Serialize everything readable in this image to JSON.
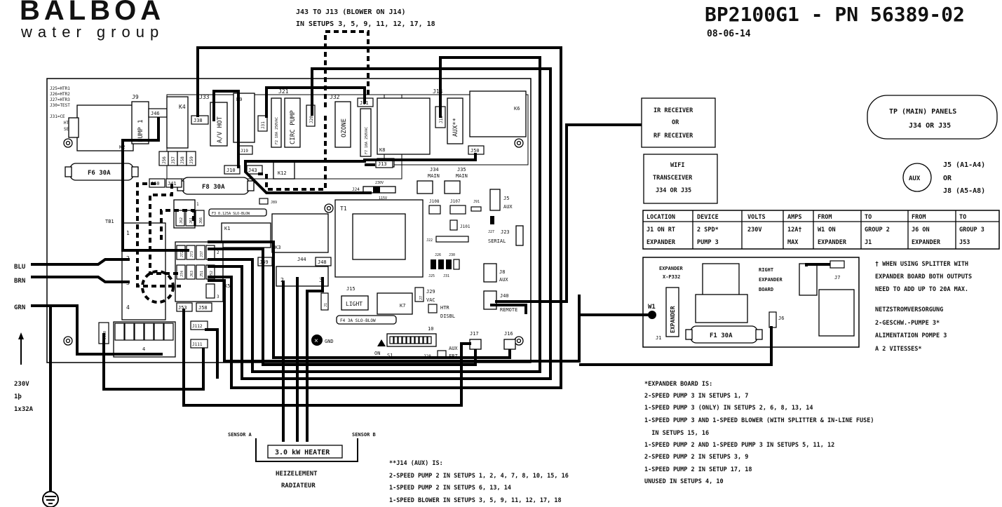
{
  "brand": {
    "name": "BALBOA",
    "sub": "water group"
  },
  "title": {
    "part": "BP2100G1 - PN 56389-02",
    "date": "08-06-14"
  },
  "top_note": {
    "line1": "J43 TO J13 (BLOWER ON J14)",
    "line2": "IN SETUPS 3, 5, 9, 11, 12, 17, 18"
  },
  "board": {
    "legend_lines": [
      "J25=HTR1",
      "J26=HTR2",
      "J27=HTR3",
      "J30=TEST",
      "J31=CE",
      "HTR",
      "SEL"
    ],
    "relays": {
      "k2": "K2",
      "k4": "K4",
      "k9": "K9",
      "k6": "K6",
      "k8": "K8",
      "k12": "K12",
      "k1": "K1",
      "k3": "K3",
      "k5": "K5",
      "k7": "K7",
      "t1": "T1"
    },
    "connectors": {
      "j9": "J9",
      "pump1": "PUMP 1",
      "j46": "J46",
      "j33": "J33",
      "avhot": "A/V HOT",
      "j38": "J38",
      "j21": "J21",
      "f2": "F2 10A 250VAC",
      "circ": "CIRC PUMP",
      "j20": "J20",
      "j32": "J32",
      "ozone": "OZONE",
      "j11": "J11",
      "f7": "F7 10A 250VAC",
      "j14": "J14",
      "aux2": "AUX**",
      "j18": "J18",
      "j56": "J56",
      "j57": "J57",
      "j58": "J58",
      "j59": "J59",
      "j19": "J19",
      "j31": "J31",
      "j10": "J10",
      "j43": "J43",
      "j13": "J13",
      "j50": "J50",
      "j60": "J60",
      "j41": "J41",
      "j34": "J34",
      "main1": "MAIN",
      "j35": "J35",
      "main2": "MAIN",
      "j24": "J24",
      "v230": "230V",
      "v115": "115V",
      "j5": "J5",
      "aux": "AUX",
      "j27": "J27",
      "j23": "J23",
      "serial": "SERIAL",
      "j108": "J108",
      "j107": "J107",
      "j91": "J91",
      "j101": "J101",
      "j22": "J22",
      "j26": "J26",
      "j30": "J30",
      "j25": "J25",
      "j31b": "J31",
      "j8": "J8",
      "aux8": "AUX",
      "j40": "J40",
      "remote": "REMOTE",
      "j15": "J15",
      "light": "LIGHT",
      "f4": "F4 3A SLO-BLOW",
      "j29": "J29",
      "vac": "VAC",
      "htr": "HTR",
      "disbl": "DISBL",
      "j7": "J7",
      "s10": "10",
      "on": "ON",
      "s1": "S1",
      "j28": "J28",
      "auxfrz": "AUX",
      "frz": "FRZ",
      "j17": "J17",
      "j16": "J16",
      "gnd": "GND",
      "j44": "J44",
      "j49": "J49",
      "j48": "J48",
      "t2": "2",
      "t3": "3",
      "j1": "J1",
      "f6": "F6 30A",
      "f8": "F8 30A",
      "f3": "F3 0.125A SLO-BLOW",
      "j89": "J89",
      "tb1": "TB1",
      "r1": "1",
      "r2": "2",
      "r3": "3",
      "r4": "4",
      "t4": "4",
      "j62": "J62",
      "j61": "J61",
      "j66": "J66",
      "j55": "J55",
      "j54": "J54",
      "j72": "J72",
      "j73": "J73",
      "j37": "J37",
      "j74": "J74",
      "j63": "J63",
      "j51": "J51",
      "j52": "J52",
      "j53": "J53",
      "j58b": "J58",
      "j111": "J111",
      "j112": "J112",
      "j110": "J110"
    }
  },
  "supply": {
    "blu": "BLU",
    "brn": "BRN",
    "grn": "GRN",
    "volts": "230V",
    "phase": "1þ",
    "breaker": "1x32A"
  },
  "heater": {
    "sensor_a": "SENSOR A",
    "sensor_b": "SENSOR B",
    "label": "3.0 kW HEATER",
    "de": "HEIZELEMENT",
    "fr": "RADIATEUR"
  },
  "j14_note": {
    "title": "**J14 (AUX) IS:",
    "lines": [
      "2-SPEED PUMP 2 IN SETUPS 1, 2, 4, 7, 8, 10, 15, 16",
      "1-SPEED PUMP 2 IN SETUPS 6, 13, 14",
      "1-SPEED BLOWER IN SETUPS 3, 5, 9, 11, 12, 17, 18"
    ]
  },
  "ir_box": {
    "line1": "IR RECEIVER",
    "line2": "OR",
    "line3": "RF RECEIVER"
  },
  "wifi_box": {
    "line1": "WIFI",
    "line2": "TRANSCEIVER",
    "line3": "J34 OR J35"
  },
  "tp_panel": {
    "line1": "TP (MAIN) PANELS",
    "line2": "J34 OR J35"
  },
  "aux_ref": {
    "label": "AUX",
    "line1": "J5 (A1-A4)",
    "line2": "OR",
    "line3": "J8 (A5-A8)"
  },
  "table": {
    "headers": [
      "LOCATION",
      "DEVICE",
      "VOLTS",
      "AMPS",
      "FROM",
      "TO",
      "FROM",
      "TO"
    ],
    "rows": [
      [
        "J1 ON RT",
        "2 SPD*",
        "230V",
        "12A†",
        "W1 ON",
        "GROUP 2",
        "J6 ON",
        "GROUP 3"
      ],
      [
        "EXPANDER",
        "PUMP 3",
        "",
        "MAX",
        "EXPANDER",
        "J1",
        "EXPANDER",
        "J53"
      ]
    ]
  },
  "expander": {
    "name1": "EXPANDER",
    "name2": "X-P332",
    "right1": "RIGHT",
    "right2": "EXPANDER",
    "right3": "BOARD",
    "vert": "EXPANDER",
    "w1": "W1",
    "j1": "J1",
    "j6": "J6",
    "j7": "J7",
    "fuse": "F1 30A"
  },
  "splitter_note": {
    "lines": [
      "† WHEN USING SPLITTER WITH",
      "EXPANDER BOARD BOTH OUTPUTS",
      "NEED TO ADD UP TO 20A MAX."
    ]
  },
  "power_note": {
    "lines": [
      "NETZSTROMVERSORGUNG",
      "2-GESCHW.-PUMPE 3*",
      "ALIMENTATION POMPE 3",
      "A 2 VITESSES*"
    ]
  },
  "expander_note": {
    "lines": [
      "*EXPANDER BOARD IS:",
      "2-SPEED PUMP 3 IN SETUPS 1, 7",
      "1-SPEED PUMP 3 (ONLY) IN SETUPS 2, 6, 8, 13, 14",
      "1-SPEED PUMP 3 AND 1-SPEED BLOWER (WITH SPLITTER & IN-LINE FUSE)",
      "  IN SETUPS 15, 16",
      "1-SPEED PUMP 2 AND 1-SPEED PUMP 3 IN SETUPS 5, 11, 12",
      "2-SPEED PUMP 2 IN SETUPS 3, 9",
      "1-SPEED PUMP 2 IN SETUP 17, 18",
      "UNUSED IN SETUPS 4, 10"
    ]
  }
}
